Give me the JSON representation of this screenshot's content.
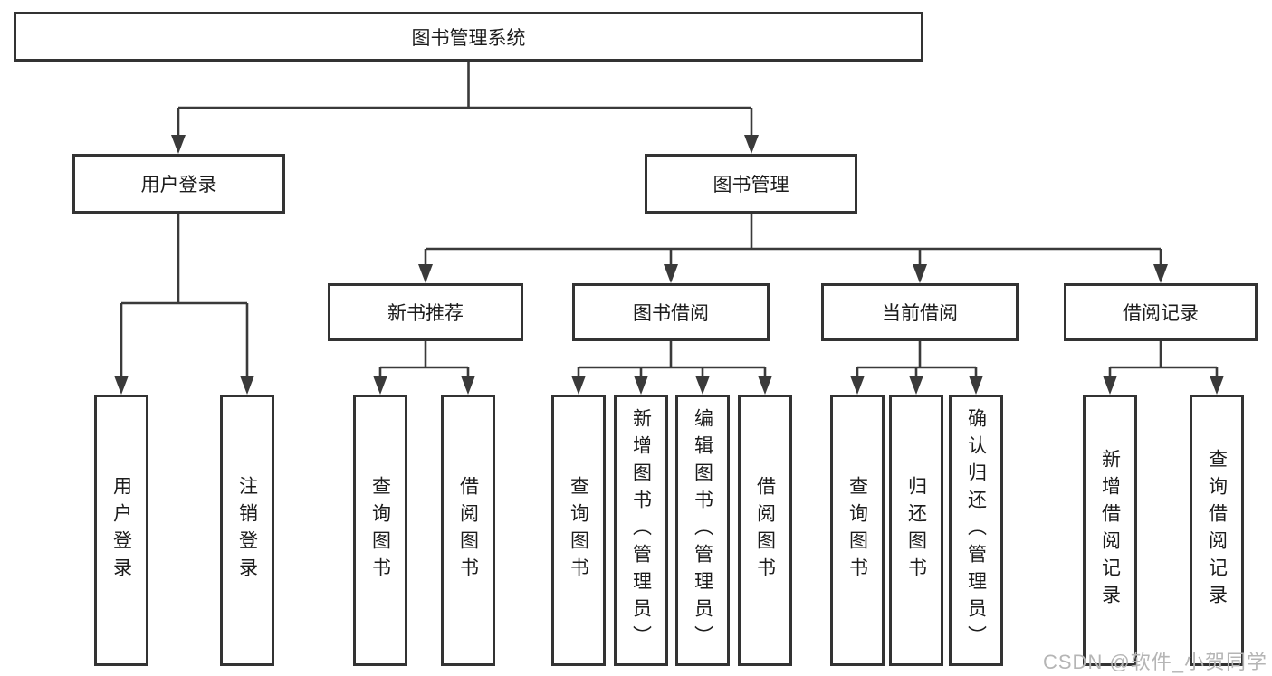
{
  "tree": {
    "label": "图书管理系统",
    "children": [
      {
        "label": "用户登录",
        "children": [
          {
            "label": "用户登录"
          },
          {
            "label": "注销登录"
          }
        ]
      },
      {
        "label": "图书管理",
        "children": [
          {
            "label": "新书推荐",
            "children": [
              {
                "label": "查询图书"
              },
              {
                "label": "借阅图书"
              }
            ]
          },
          {
            "label": "图书借阅",
            "children": [
              {
                "label": "查询图书"
              },
              {
                "label": "新增图书（管理员）"
              },
              {
                "label": "编辑图书（管理员）"
              },
              {
                "label": "借阅图书"
              }
            ]
          },
          {
            "label": "当前借阅",
            "children": [
              {
                "label": "查询图书"
              },
              {
                "label": "归还图书"
              },
              {
                "label": "确认归还（管理员）"
              }
            ]
          },
          {
            "label": "借阅记录",
            "children": [
              {
                "label": "新增借阅记录"
              },
              {
                "label": "查询借阅记录"
              }
            ]
          }
        ]
      }
    ]
  },
  "watermark": "CSDN @软件_小贺同学",
  "colors": {
    "line": "#3a3a3a",
    "border": "#333333",
    "text": "#1c1c1c",
    "watermark": "#b5b5b5"
  }
}
